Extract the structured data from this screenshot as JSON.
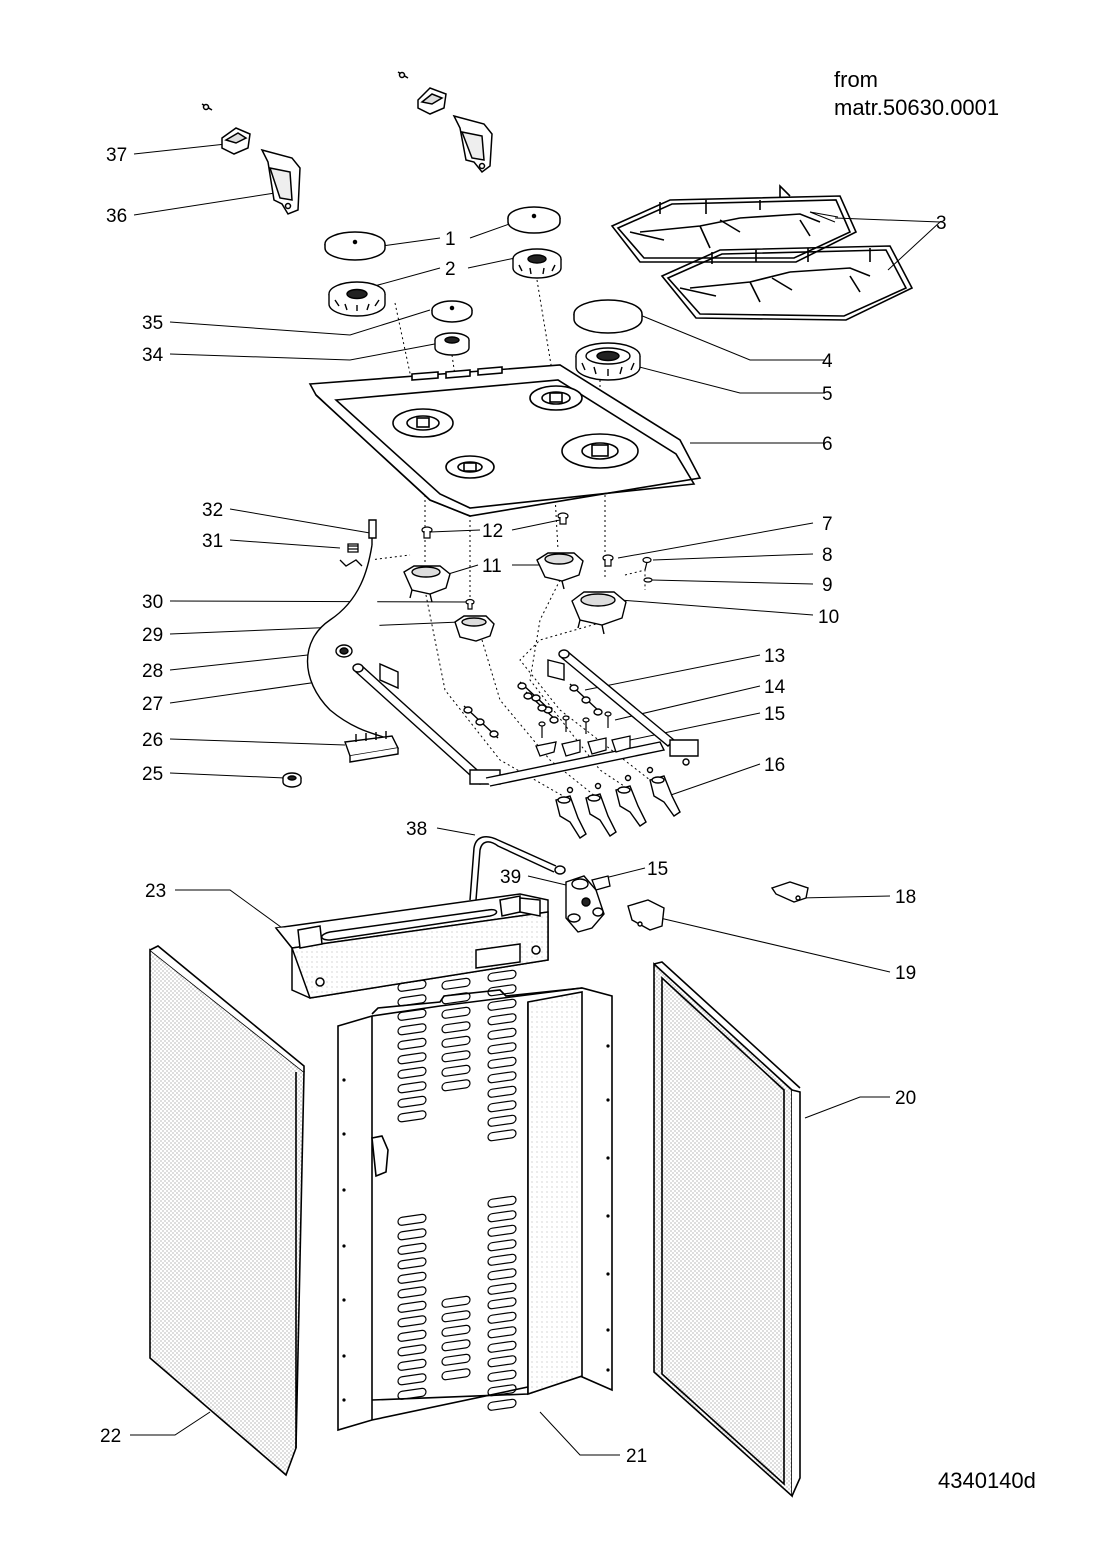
{
  "header_note": {
    "line1": "from",
    "line2": "matr.50630.0001"
  },
  "drawing_code": "4340140d",
  "callouts": [
    {
      "id": "c1",
      "text": "1"
    },
    {
      "id": "c2",
      "text": "2"
    },
    {
      "id": "c3",
      "text": "3"
    },
    {
      "id": "c4",
      "text": "4"
    },
    {
      "id": "c5",
      "text": "5"
    },
    {
      "id": "c6",
      "text": "6"
    },
    {
      "id": "c7",
      "text": "7"
    },
    {
      "id": "c8",
      "text": "8"
    },
    {
      "id": "c9",
      "text": "9"
    },
    {
      "id": "c10",
      "text": "10"
    },
    {
      "id": "c11",
      "text": "11"
    },
    {
      "id": "c12",
      "text": "12"
    },
    {
      "id": "c13",
      "text": "13"
    },
    {
      "id": "c14",
      "text": "14"
    },
    {
      "id": "c15a",
      "text": "15"
    },
    {
      "id": "c15b",
      "text": "15"
    },
    {
      "id": "c16",
      "text": "16"
    },
    {
      "id": "c18",
      "text": "18"
    },
    {
      "id": "c19",
      "text": "19"
    },
    {
      "id": "c20",
      "text": "20"
    },
    {
      "id": "c21",
      "text": "21"
    },
    {
      "id": "c22",
      "text": "22"
    },
    {
      "id": "c23",
      "text": "23"
    },
    {
      "id": "c25",
      "text": "25"
    },
    {
      "id": "c26",
      "text": "26"
    },
    {
      "id": "c27",
      "text": "27"
    },
    {
      "id": "c28",
      "text": "28"
    },
    {
      "id": "c29",
      "text": "29"
    },
    {
      "id": "c30",
      "text": "30"
    },
    {
      "id": "c31",
      "text": "31"
    },
    {
      "id": "c32",
      "text": "32"
    },
    {
      "id": "c34",
      "text": "34"
    },
    {
      "id": "c35",
      "text": "35"
    },
    {
      "id": "c36",
      "text": "36"
    },
    {
      "id": "c37",
      "text": "37"
    },
    {
      "id": "c38",
      "text": "38"
    },
    {
      "id": "c39",
      "text": "39"
    }
  ]
}
